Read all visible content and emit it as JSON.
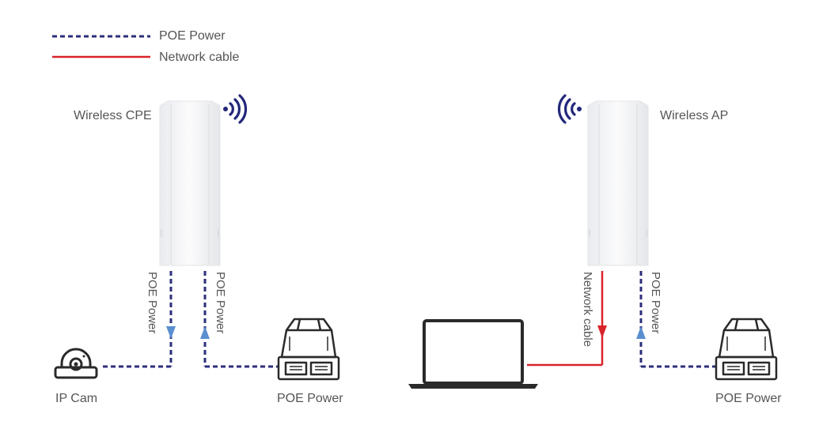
{
  "legend": {
    "poe": "POE Power",
    "network": "Network cable"
  },
  "devices": {
    "cpe": "Wireless CPE",
    "ap": "Wireless AP",
    "ipcam": "IP Cam",
    "poe_left": "POE Power",
    "poe_right": "POE Power"
  },
  "link_labels": {
    "cpe_to_cam": "POE Power",
    "poe_to_cpe": "POE Power",
    "ap_to_laptop": "Network cable",
    "poe_to_ap": "POE Power"
  },
  "colors": {
    "poe_line": "#2b2f7a",
    "network_line": "#d8232a",
    "arrow": "#5a8fd0",
    "signal": "#22277a",
    "device_outline": "#2a2a2a"
  },
  "icons": {
    "signal": "wifi-signal-icon",
    "camera": "ip-camera-icon",
    "injector": "poe-injector-icon",
    "laptop": "laptop-icon"
  }
}
